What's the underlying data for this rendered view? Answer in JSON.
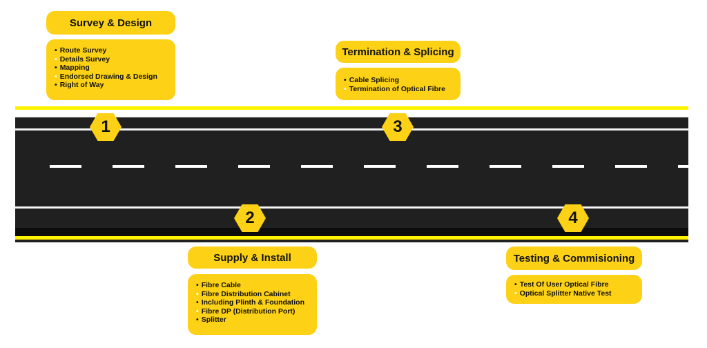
{
  "colors": {
    "accent": "#fcd116",
    "road": "#202020",
    "line_yellow": "#fff200"
  },
  "steps": [
    {
      "number": "1",
      "title": "Survey & Design",
      "items": [
        "Route Survey",
        "Details Survey",
        "Mapping",
        "Endorsed Drawing & Design",
        "Right of Way"
      ]
    },
    {
      "number": "2",
      "title": "Supply & Install",
      "items": [
        "Fibre Cable",
        "Fibre Distribution Cabinet",
        "Including Plinth & Foundation",
        "Fibre DP (Distribution Port)",
        "Splitter"
      ]
    },
    {
      "number": "3",
      "title": "Termination & Splicing",
      "items": [
        "Cable Splicing",
        "Termination of Optical Fibre"
      ]
    },
    {
      "number": "4",
      "title": "Testing & Commisioning",
      "items": [
        "Test Of User Optical Fibre",
        "Optical Splitter Native Test"
      ]
    }
  ]
}
